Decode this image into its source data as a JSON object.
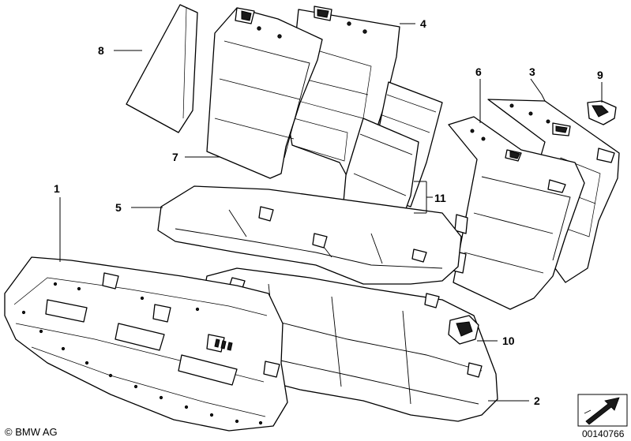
{
  "callouts": {
    "c1": "1",
    "c2": "2",
    "c3": "3",
    "c4": "4",
    "c5": "5",
    "c6": "6",
    "c7": "7",
    "c8": "8",
    "c9": "9",
    "c10": "10",
    "c11": "11"
  },
  "footer": {
    "copyright": "© BMW AG",
    "doc_number": "00140766"
  },
  "icons": [
    "arrow-symbol-icon"
  ]
}
